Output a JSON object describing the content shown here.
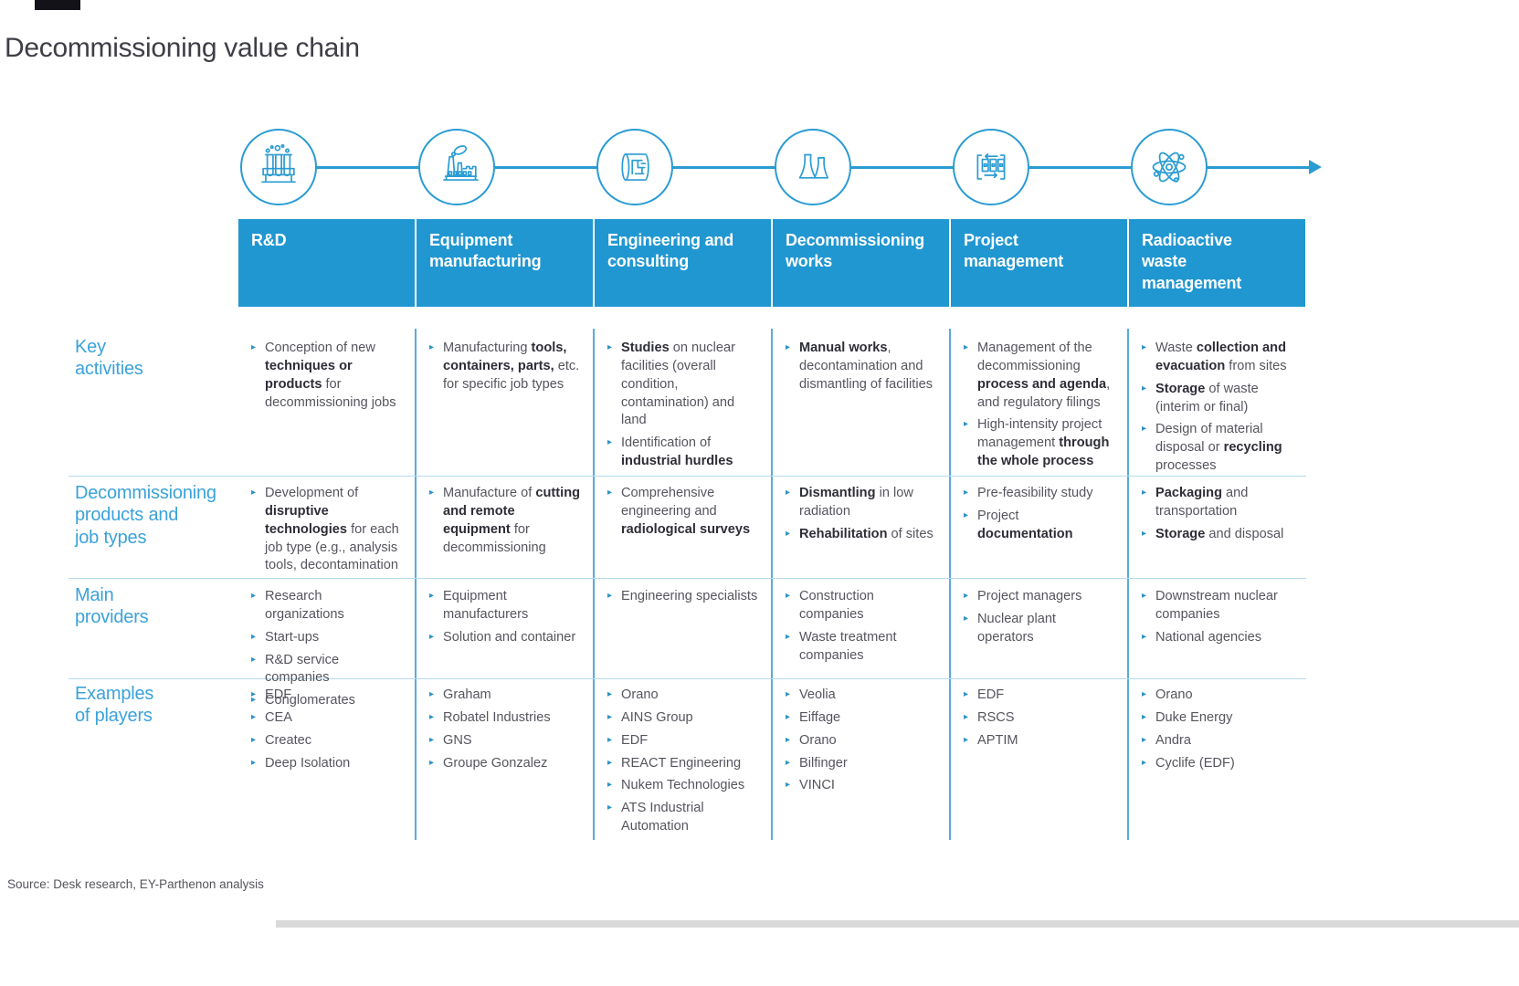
{
  "title": "Decommissioning value chain",
  "source_note": "Source: Desk research, EY-Parthenon analysis",
  "colors": {
    "header_bg": "#2097d1",
    "accent_blue": "#2b9cd3",
    "label_blue": "#3ba2d9",
    "body_text": "#55555e",
    "bold_text": "#2e2e38",
    "row_divider": "#b5dcef",
    "column_divider": "#58abdb"
  },
  "columns": [
    {
      "label": "R&D",
      "icon": "test-tubes-icon"
    },
    {
      "label": "Equipment\nmanufacturing",
      "icon": "factory-icon"
    },
    {
      "label": "Engineering and\nconsulting",
      "icon": "blueprint-icon"
    },
    {
      "label": "Decommissioning\nworks",
      "icon": "cooling-towers-icon"
    },
    {
      "label": "Project\nmanagement",
      "icon": "process-flow-icon"
    },
    {
      "label": "Radioactive\nwaste\nmanagement",
      "icon": "atom-icon"
    }
  ],
  "rows": [
    {
      "label": "Key\nactivities",
      "cells": [
        [
          "Conception of new **techniques or products** for decommissioning jobs"
        ],
        [
          "Manufacturing **tools, containers, parts,** etc. for specific job types"
        ],
        [
          "**Studies** on nuclear facilities (overall condition, contamination) and land",
          "Identification of **industrial hurdles**"
        ],
        [
          "**Manual works**, decontamination and dismantling of facilities"
        ],
        [
          "Management of the decommissioning **process and agenda**, and regulatory filings",
          "High-intensity project management **through the whole process**"
        ],
        [
          "Waste **collection and evacuation** from sites",
          "**Storage** of waste (interim or final)",
          "Design of material disposal or **recycling** processes"
        ]
      ]
    },
    {
      "label": "Decommissioning\nproducts and\njob types",
      "cells": [
        [
          "Development of **disruptive technologies** for each job type (e.g., analysis tools, decontamination"
        ],
        [
          "Manufacture of **cutting and remote equipment** for decommissioning"
        ],
        [
          "Comprehensive engineering and **radiological surveys**"
        ],
        [
          "**Dismantling** in low radiation",
          "**Rehabilitation** of sites"
        ],
        [
          "Pre-feasibility study",
          "Project **documentation**"
        ],
        [
          "**Packaging** and transportation",
          "**Storage** and disposal"
        ]
      ]
    },
    {
      "label": "Main\nproviders",
      "cells": [
        [
          "Research organizations",
          "Start-ups",
          "R&D service companies",
          "Conglomerates"
        ],
        [
          "Equipment manufacturers",
          "Solution and container"
        ],
        [
          "Engineering specialists"
        ],
        [
          "Construction companies",
          "Waste treatment companies"
        ],
        [
          "Project managers",
          "Nuclear plant operators"
        ],
        [
          "Downstream nuclear companies",
          "National agencies"
        ]
      ]
    },
    {
      "label": "Examples\nof players",
      "cells": [
        [
          "EDF",
          "CEA",
          "Createc",
          "Deep Isolation"
        ],
        [
          "Graham",
          "Robatel Industries",
          "GNS",
          "Groupe Gonzalez"
        ],
        [
          "Orano",
          "AINS Group",
          "EDF",
          "REACT Engineering",
          "Nukem Technologies",
          "ATS Industrial Automation"
        ],
        [
          "Veolia",
          "Eiffage",
          "Orano",
          "Bilfinger",
          "VINCI"
        ],
        [
          "EDF",
          "RSCS",
          "APTIM"
        ],
        [
          "Orano",
          "Duke Energy",
          "Andra",
          "Cyclife (EDF)"
        ]
      ]
    }
  ]
}
